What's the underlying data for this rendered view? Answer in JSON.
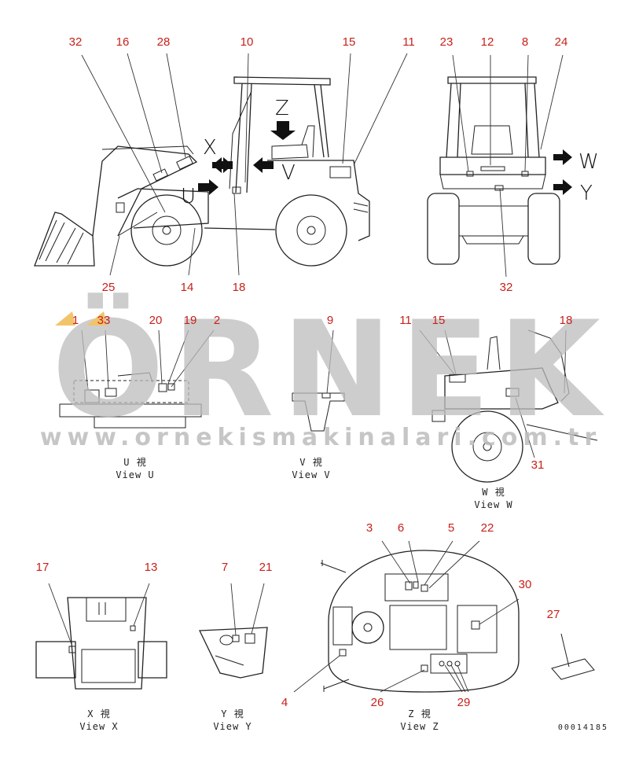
{
  "callouts": {
    "n32a": "32",
    "n16": "16",
    "n28": "28",
    "n10": "10",
    "n15a": "15",
    "n11a": "11",
    "n23": "23",
    "n12": "12",
    "n8": "8",
    "n24": "24",
    "n25": "25",
    "n14": "14",
    "n18a": "18",
    "n32b": "32",
    "n1": "1",
    "n33": "33",
    "n20": "20",
    "n19": "19",
    "n2": "2",
    "n9": "9",
    "n11b": "11",
    "n15b": "15",
    "n18b": "18",
    "n31": "31",
    "n3": "3",
    "n6": "6",
    "n5": "5",
    "n22": "22",
    "n30": "30",
    "n27": "27",
    "n17": "17",
    "n13": "13",
    "n7": "7",
    "n21": "21",
    "n4": "4",
    "n26": "26",
    "n29": "29"
  },
  "arrow_letters": {
    "x": "X",
    "u": "U",
    "z": "Z",
    "v": "V",
    "w": "W",
    "y": "Y"
  },
  "views": {
    "u": {
      "jp": "U  視",
      "en": "View U"
    },
    "v": {
      "jp": "V  視",
      "en": "View V"
    },
    "w": {
      "jp": "W  視",
      "en": "View W"
    },
    "x": {
      "jp": "X  視",
      "en": "View X"
    },
    "y": {
      "jp": "Y  視",
      "en": "View Y"
    },
    "z": {
      "jp": "Z  視",
      "en": "View Z"
    }
  },
  "figure_code": "00014185",
  "watermark": {
    "big": "ÖRNEK",
    "url": "www.ornekismakinalari.com.tr"
  },
  "colors": {
    "callout": "#c8201a",
    "line": "#222222",
    "watermark": "#bdbdbd",
    "accent": "#f2c46a"
  }
}
